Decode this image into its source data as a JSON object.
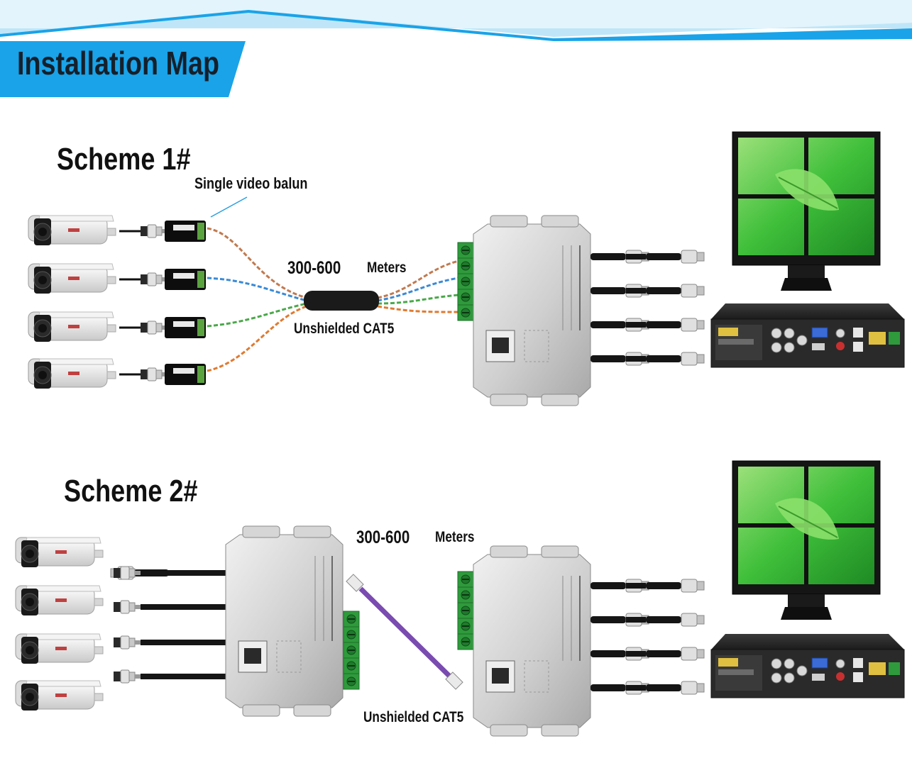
{
  "banner": {
    "title": "Installation Map"
  },
  "scheme1": {
    "title": "Scheme 1#",
    "balun_label": "Single video balun",
    "distance_value": "300-600",
    "distance_unit": "Meters",
    "cable_label": "Unshielded CAT5"
  },
  "scheme2": {
    "title": "Scheme 2#",
    "distance_value": "300-600",
    "distance_unit": "Meters",
    "cable_label": "Unshielded CAT5"
  },
  "colors": {
    "banner_blue": "#1aa3e8",
    "banner_light": "#bfe6f8",
    "screen_green": "#3fbf3a",
    "terminal_green": "#2f9a3c",
    "patch_cable_purple": "#7a4bb0"
  },
  "icons": [
    "bullet-camera-icon",
    "video-balun-icon",
    "bnc-connector-icon",
    "passive-hub-icon",
    "monitor-icon",
    "dvr-icon",
    "rj45-plug-icon",
    "leaf-icon"
  ]
}
